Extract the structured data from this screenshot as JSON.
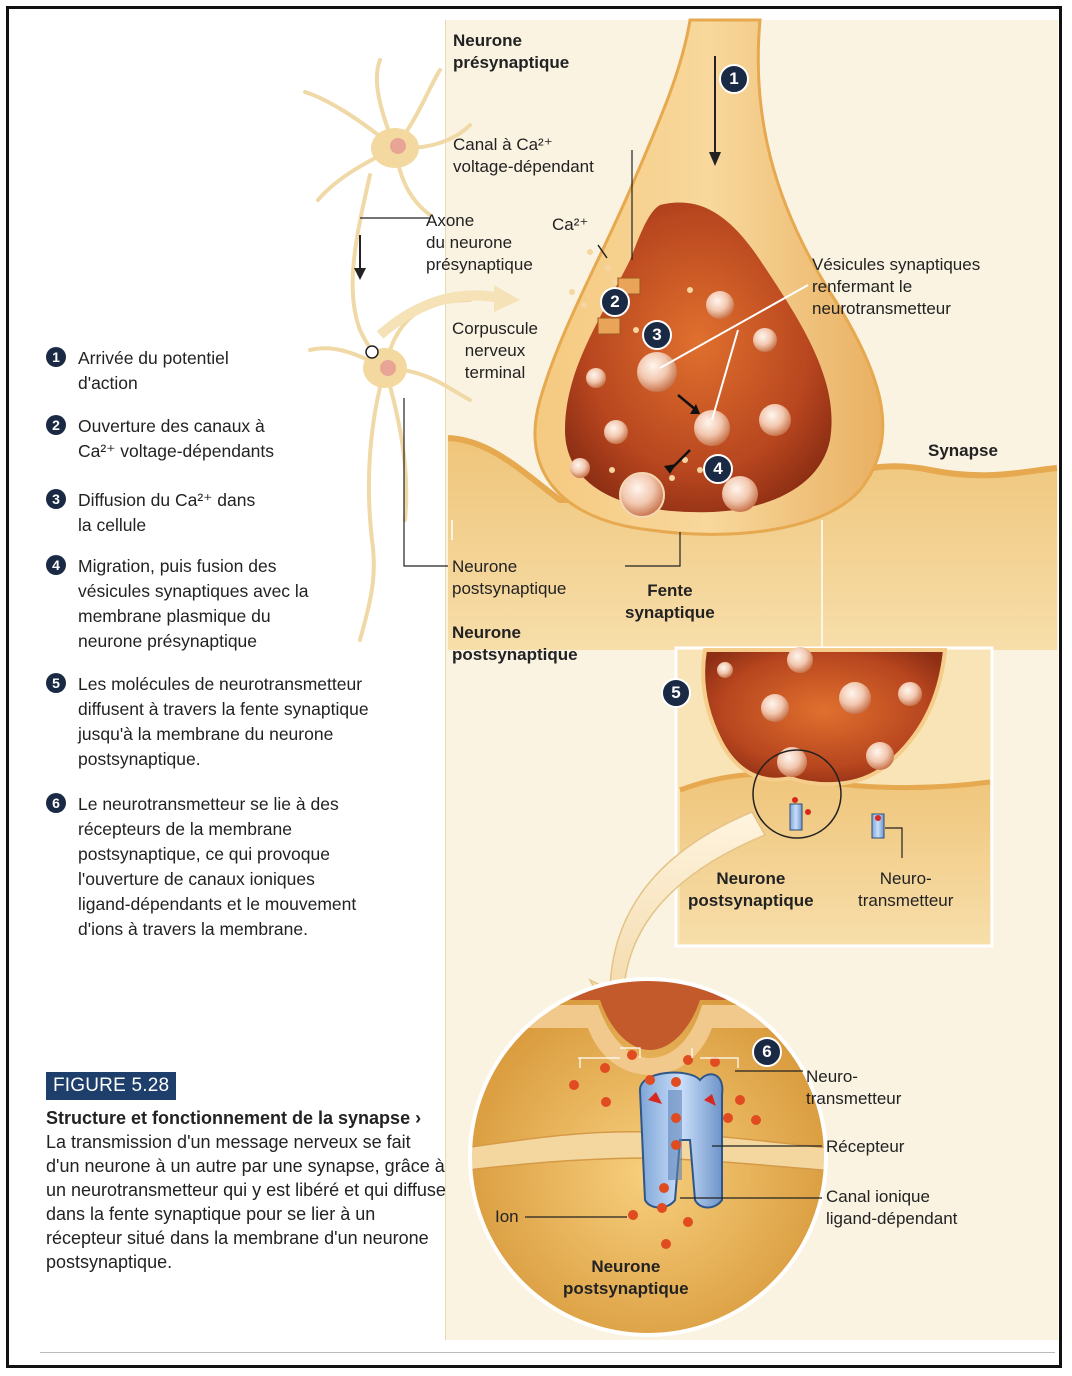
{
  "figure": {
    "label": "FIGURE 5.28",
    "title": "Structure et fonctionnement de la synapse",
    "chevron": "›",
    "caption": "La transmission d'un message nerveux se fait d'un neurone à un autre par une synapse, grâce à un neurotransmetteur qui y est libéré et qui diffuse dans la fente synaptique pour se lier à un récepteur situé dans la membrane d'un neurone postsynaptique."
  },
  "steps": [
    {
      "num": "1",
      "text": "Arrivée du potentiel\nd'action"
    },
    {
      "num": "2",
      "text": "Ouverture des canaux à\nCa²⁺ voltage-dépendants"
    },
    {
      "num": "3",
      "text": "Diffusion du Ca²⁺ dans\nla cellule"
    },
    {
      "num": "4",
      "text": "Migration, puis fusion des\nvésicules synaptiques avec la\nmembrane plasmique du\nneurone présynaptique"
    },
    {
      "num": "5",
      "text": "Les molécules de neurotransmetteur\ndiffusent à travers la fente synaptique\njusqu'à la membrane du neurone\npostsynaptique."
    },
    {
      "num": "6",
      "text": "Le neurotransmetteur se lie à des\nrécepteurs de la membrane\npostsynaptique, ce qui provoque\nl'ouverture de canaux ioniques\nligand-dépendants et le mouvement\nd'ions à travers la membrane."
    }
  ],
  "labels": {
    "neurone_presynaptique": "Neurone\nprésynaptique",
    "canal_ca": "Canal à Ca²⁺\nvoltage-dépendant",
    "axone": "Axone\ndu neurone\nprésynaptique",
    "ca_ion": "Ca²⁺",
    "corpuscule": "Corpuscule\nnerveux\nterminal",
    "vesicules": "Vésicules synaptiques\nrenfermant le\nneurotransmetteur",
    "synapse": "Synapse",
    "neurone_post_small": "Neurone\npostsynaptique",
    "fente": "Fente\nsynaptique",
    "neurone_post_bold": "Neurone\npostsynaptique",
    "inset_neurone_post": "Neurone\npostsynaptique",
    "inset_neuro_tx": "Neuro-\ntransmetteur",
    "zoom_neuro_tx": "Neuro-\ntransmetteur",
    "recepteur": "Récepteur",
    "canal_ionique": "Canal ionique\nligand-dépendant",
    "ion": "Ion",
    "zoom_neurone_post": "Neurone\npostsynaptique"
  },
  "badges": [
    "1",
    "2",
    "3",
    "4",
    "5",
    "6"
  ],
  "colors": {
    "navy": "#1b2a44",
    "figure_blue": "#1e3f6b",
    "panel": "#fbf3e2",
    "membrane": "#f0c27a",
    "cytoplasm": "#b8461f"
  }
}
